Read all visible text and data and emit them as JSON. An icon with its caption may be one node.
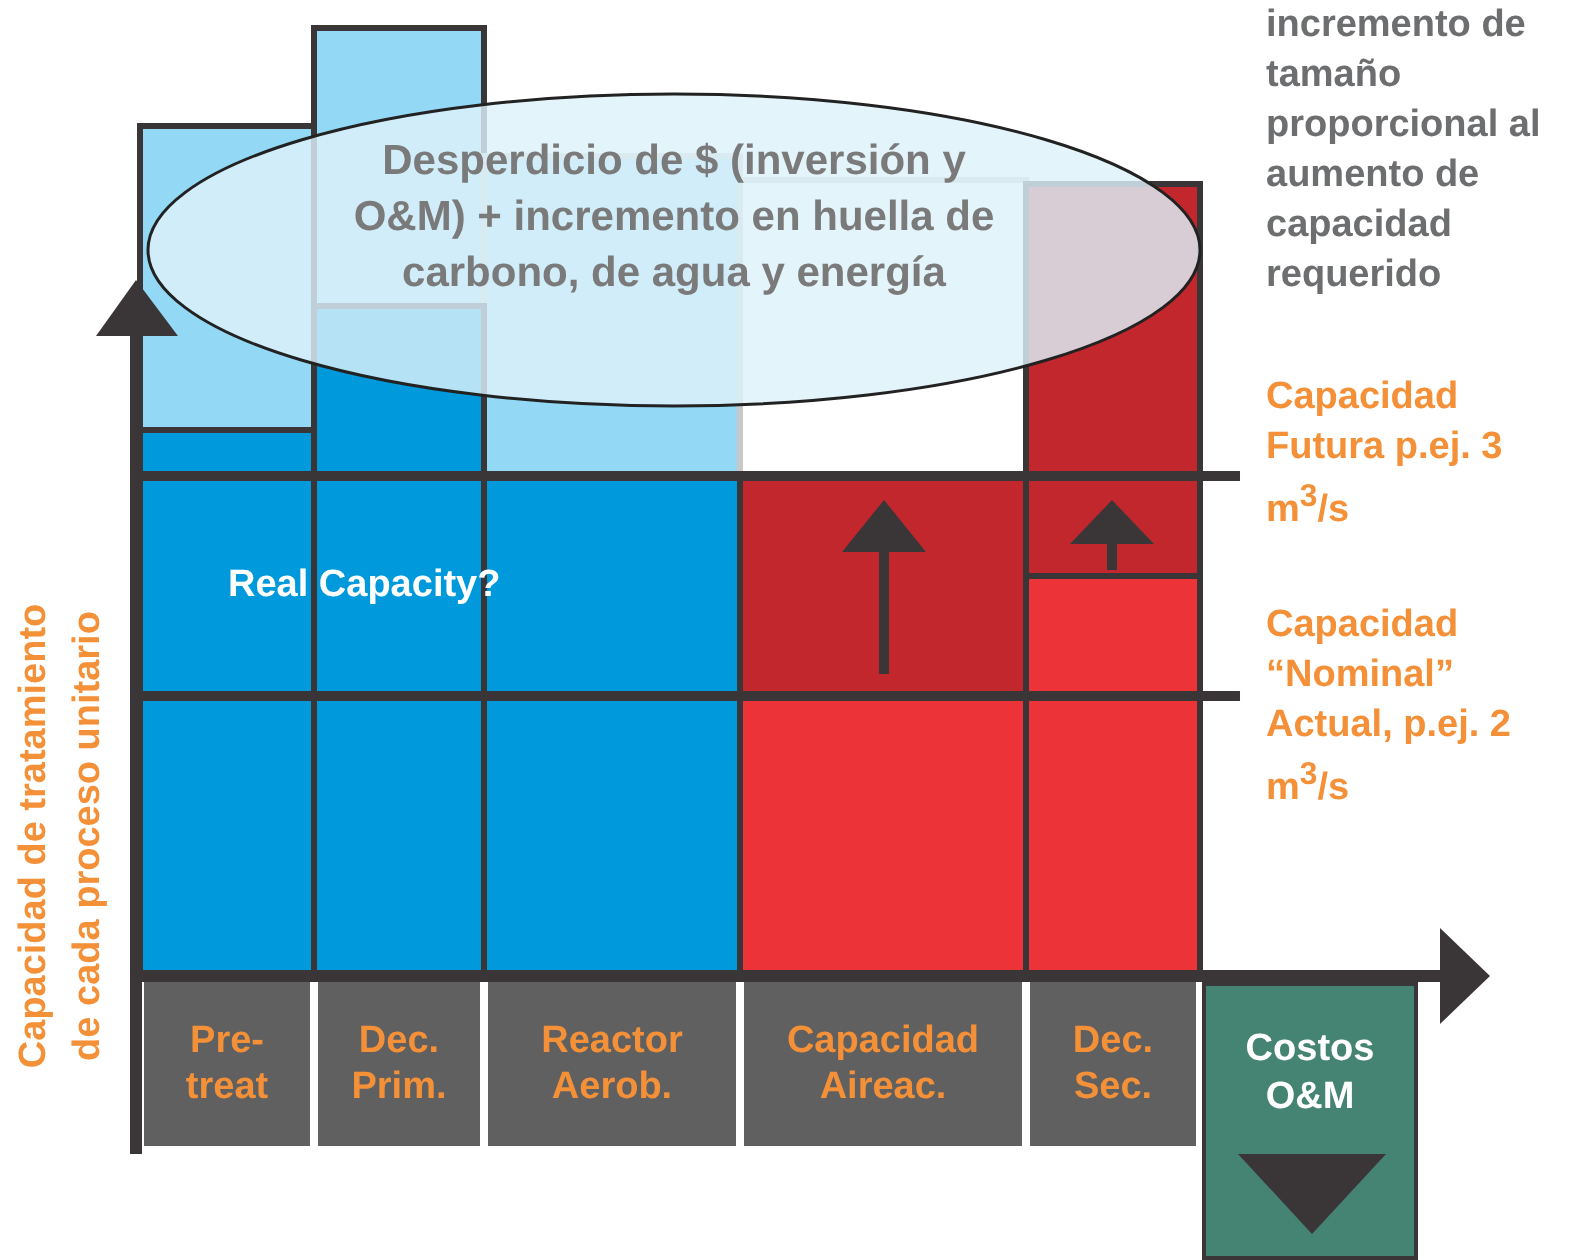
{
  "diagram": {
    "nodes": [
      {
        "text": [
          "Desperdicio de $ (inversión y O&M) + incremento en huella de carbono, de agua y energía"
        ]
      },
      {
        "text": [
          "Pre- treat"
        ]
      },
      {
        "text": [
          "Dec. Prim."
        ]
      },
      {
        "text": [
          "Reactor Aerob."
        ]
      },
      {
        "text": [
          "Capacidad Aireac."
        ]
      },
      {
        "text": [
          "Dec. Sec."
        ]
      },
      {
        "text": [
          "Costos O&M"
        ]
      }
    ],
    "labels": [
      "incremento de tamaño proporcional al aumento de capacidad requerido",
      "Capacidad Futura p.ej. 3 m$^{3}$/s",
      "Real Capacity?",
      "Capacidad “Nominal” Actual, p.ej. 2 m$^{3}$/s",
      "Capacidad de tratamiento de cada proceso unitario"
    ]
  }
}
